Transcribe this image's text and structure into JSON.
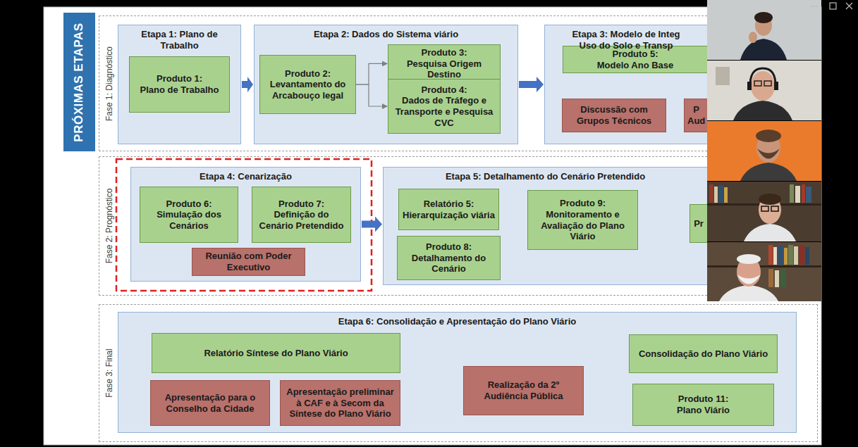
{
  "diagram": {
    "title": "PRÓXIMAS ETAPAS",
    "nodes": [
      {
        "text": [
          "Fase 1: Diagnóstico"
        ]
      },
      {
        "text": [
          "Etapa 1: Plano de Trabalho"
        ],
        "in": 0
      },
      {
        "text": [
          "Produto 1:",
          "Plano de Trabalho"
        ],
        "in": 1
      },
      {
        "text": [
          "Etapa 2: Dados do Sistema viário"
        ],
        "in": 0
      },
      {
        "text": [
          "Produto 2:",
          "Levantamento do Arcabouço legal"
        ],
        "in": 3
      },
      {
        "text": [
          "Produto 3:",
          "Pesquisa Origem Destino"
        ],
        "in": 3
      },
      {
        "text": [
          "Produto 4:",
          "Dados de Tráfego e Transporte e Pesquisa CVC"
        ],
        "in": 3
      },
      {
        "text": [
          "Etapa 3: Modelo de Integ Uso do Solo e Transp"
        ],
        "in": 0
      },
      {
        "text": [
          "Produto 5:",
          "Modelo Ano Base"
        ],
        "in": 7
      },
      {
        "text": [
          "Discussão com Grupos Técnicos"
        ],
        "in": 7
      },
      {
        "text": [
          "P Aud"
        ],
        "in": 7
      },
      {
        "text": [
          "Fase 2: Prognóstico"
        ]
      },
      {
        "text": [
          "Etapa 4: Cenarização"
        ],
        "in": 11
      },
      {
        "text": [
          "Produto 6:",
          "Simulação dos Cenários"
        ],
        "in": 12
      },
      {
        "text": [
          "Produto 7:",
          "Definição do Cenário Pretendido"
        ],
        "in": 12
      },
      {
        "text": [
          "Reunião com Poder Executivo"
        ],
        "in": 12
      },
      {
        "text": [
          "Etapa 5: Detalhamento do Cenário Pretendido"
        ],
        "in": 11
      },
      {
        "text": [
          "Relatório 5:",
          "Hierarquização viária"
        ],
        "in": 16
      },
      {
        "text": [
          "Produto 8:",
          "Detalhamento do Cenário"
        ],
        "in": 16
      },
      {
        "text": [
          "Produto 9: Monitoramento e Avaliação do Plano Viário"
        ],
        "in": 16
      },
      {
        "text": [
          "Pr"
        ],
        "in": 16
      },
      {
        "text": [
          "Fase 3: Final"
        ]
      },
      {
        "text": [
          "Etapa 6: Consolidação e Apresentação do Plano Viário"
        ],
        "in": 21
      },
      {
        "text": [
          "Relatório Síntese do Plano Viário"
        ],
        "in": 22
      },
      {
        "text": [
          "Apresentação para o Conselho da Cidade"
        ],
        "in": 22
      },
      {
        "text": [
          "Apresentação preliminar à CAF e à Secom da Síntese do Plano Viário"
        ],
        "in": 22
      },
      {
        "text": [
          "Realização da 2º Audiência Pública"
        ],
        "in": 22
      },
      {
        "text": [
          "Consolidação do Plano Viário"
        ],
        "in": 22
      },
      {
        "text": [
          "Produto 11:",
          "Plano Viário"
        ],
        "in": 22
      }
    ],
    "edges": [
      {
        "from": 1,
        "to": 3,
        "arrow": "to"
      },
      {
        "from": 3,
        "to": 7,
        "arrow": "to"
      },
      {
        "from": 4,
        "to": 5,
        "arrow": "to"
      },
      {
        "from": 4,
        "to": 6,
        "arrow": "to"
      },
      {
        "from": 12,
        "to": 16,
        "arrow": "to"
      }
    ]
  }
}
